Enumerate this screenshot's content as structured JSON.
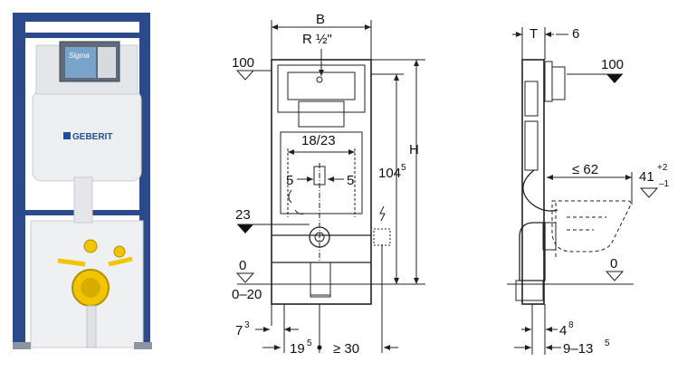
{
  "product": {
    "brand_label": "GEBERIT",
    "plate_label": "Sigma"
  },
  "front_view": {
    "width_label": "B",
    "thread_label": "R ½\"",
    "top_level": "100",
    "bolt_spacing": "18/23",
    "left_offset": "5",
    "right_offset": "5",
    "height_label": "H",
    "height_value": "104",
    "height_value_sup": "5",
    "outlet_level": "23",
    "floor_level": "0",
    "floor_range": "0–20",
    "foot_offset": "7",
    "foot_offset_sup": "3",
    "pipe_offset": "19",
    "pipe_offset_sup": "5",
    "min_spacing": "≥ 30"
  },
  "side_view": {
    "depth_label": "T",
    "plate_depth": "6",
    "top_level": "100",
    "bowl_depth": "≤ 62",
    "seat_height": "41",
    "seat_tol_upper": "+2",
    "seat_tol_lower": "–1",
    "floor_level": "0",
    "foot_depth": "4",
    "foot_depth_sup": "8",
    "wall_range": "9–13",
    "wall_range_sup": "5"
  }
}
